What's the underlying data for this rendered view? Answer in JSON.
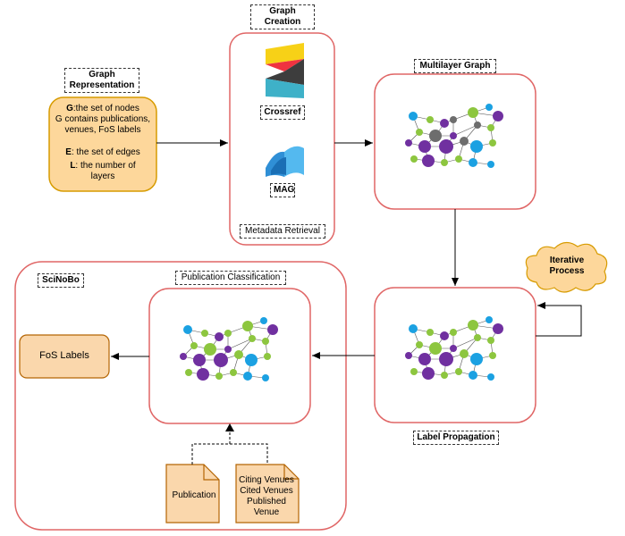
{
  "graph_representation": {
    "title": "Graph Representation",
    "node_symbol": "G",
    "node_text": ":the set of nodes",
    "node_detail": "G contains publications, venues, FoS labels",
    "edge_symbol": "E",
    "edge_text": ": the set of edges",
    "layer_symbol": "L",
    "layer_text": ": the number of layers"
  },
  "graph_creation": {
    "title": "Graph Creation",
    "crossref": "Crossref",
    "mag": "MAG",
    "metadata": "Metadata Retrieval"
  },
  "multilayer": {
    "title": "Multilayer Graph"
  },
  "iterative": {
    "label": "Iterative Process"
  },
  "label_propagation": {
    "title": "Label Propagation"
  },
  "scinobo": {
    "title": "SciNoBo",
    "classification": "Publication Classification",
    "fos_labels": "FoS Labels",
    "publication": "Publication",
    "venues": "Citing Venues Cited Venues Published Venue"
  },
  "colors": {
    "box_border": "#e06666",
    "orange_fill": "#fdd79b",
    "orange_border": "#d79b00",
    "doc_fill": "#fad7ac",
    "doc_border": "#b46504",
    "purple": "#7030a0",
    "cyan": "#1ba1e2",
    "green": "#8dc63f",
    "gray": "#6d6d6d"
  }
}
